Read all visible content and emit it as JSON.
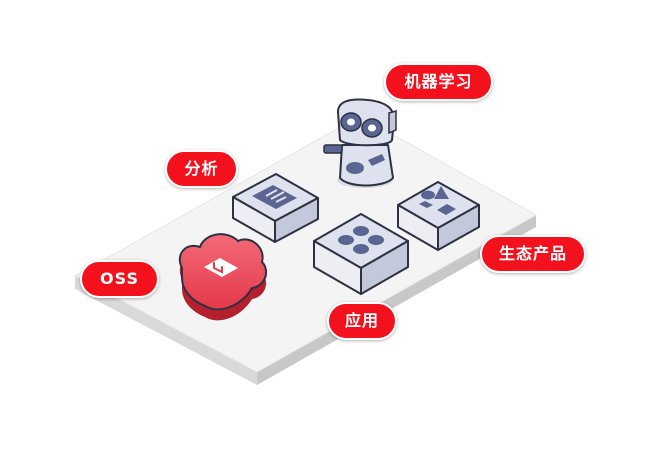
{
  "labels": {
    "ml": "机器学习",
    "analysis": "分析",
    "ecosystem": "生态产品",
    "oss": "OSS",
    "app": "应用"
  },
  "colors": {
    "label_bg": "#f4111e",
    "platform_top": "#f4f4f5",
    "block_top": "#d3d9ea",
    "block_outline": "#2d3142",
    "icon_fill": "#5b6591",
    "cloud_red": "#e4394b"
  }
}
